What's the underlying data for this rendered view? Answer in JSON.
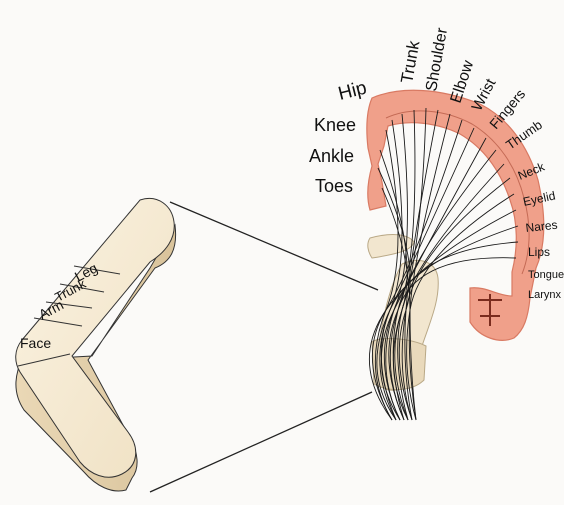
{
  "cortex_labels": {
    "hip": "Hip",
    "knee": "Knee",
    "ankle": "Ankle",
    "toes": "Toes",
    "trunk": "Trunk",
    "shoulder": "Shoulder",
    "elbow": "Elbow",
    "wrist": "Wrist",
    "fingers": "Fingers",
    "thumb": "Thumb",
    "neck": "Neck",
    "eyelid": "Eyelid",
    "nares": "Nares",
    "lips": "Lips",
    "tongue": "Tongue",
    "larynx": "Larynx"
  },
  "capsule_labels": {
    "leg": "Leg",
    "trunk": "Trunk",
    "arm": "Arm",
    "face": "Face"
  },
  "colors": {
    "cortex": "#f0a08a",
    "cortex_edge": "#d97a63",
    "capsule": "#f2e6cf",
    "capsule_side": "#e6d4b3",
    "outline": "#222222"
  }
}
